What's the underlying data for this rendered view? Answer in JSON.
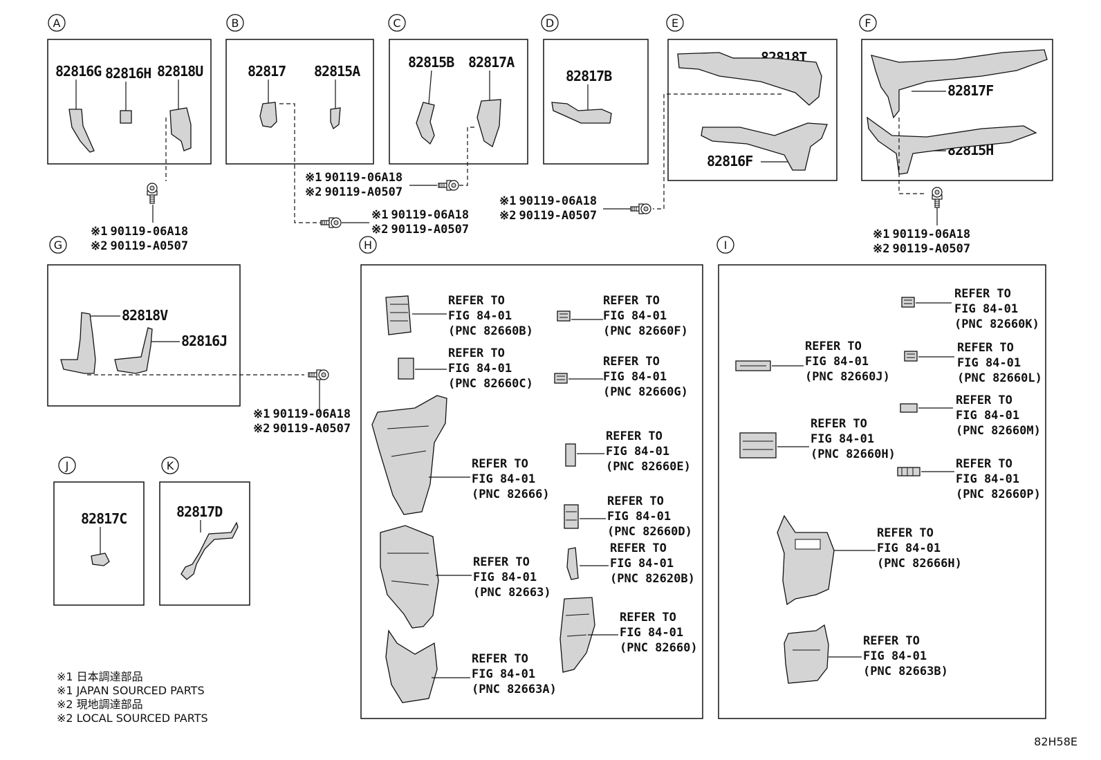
{
  "sections": [
    {
      "letter": "A"
    },
    {
      "letter": "B"
    },
    {
      "letter": "C"
    },
    {
      "letter": "D"
    },
    {
      "letter": "E"
    },
    {
      "letter": "F"
    },
    {
      "letter": "G"
    },
    {
      "letter": "H"
    },
    {
      "letter": "I"
    },
    {
      "letter": "J"
    },
    {
      "letter": "K"
    }
  ],
  "parts": {
    "p82816G": "82816G",
    "p82816H": "82816H",
    "p82818U": "82818U",
    "p82817": "82817",
    "p82815A": "82815A",
    "p82815B": "82815B",
    "p82817A": "82817A",
    "p82817B": "82817B",
    "p82818T": "82818T",
    "p82816F": "82816F",
    "p82817F": "82817F",
    "p82815H": "82815H",
    "p82818V": "82818V",
    "p82816J": "82816J",
    "p82817C": "82817C",
    "p82817D": "82817D"
  },
  "fastener": {
    "mark1": "※1",
    "mark2": "※2",
    "pn1": "90119-06A18",
    "pn2": "90119-A0507"
  },
  "refer": {
    "line1": "REFER TO",
    "line2": "FIG 84-01",
    "pnc": [
      "(PNC 82660B)",
      "(PNC 82660F)",
      "(PNC 82660C)",
      "(PNC 82660G)",
      "(PNC 82666)",
      "(PNC 82660E)",
      "(PNC 82660D)",
      "(PNC 82663)",
      "(PNC 82620B)",
      "(PNC 82660)",
      "(PNC 82663A)",
      "(PNC 82660K)",
      "(PNC 82660J)",
      "(PNC 82660L)",
      "(PNC 82660M)",
      "(PNC 82660H)",
      "(PNC 82660P)",
      "(PNC 82666H)",
      "(PNC 82663B)"
    ]
  },
  "notes": [
    "※1 日本調達部品",
    "※1 JAPAN SOURCED PARTS",
    "※2 現地調達部品",
    "※2 LOCAL SOURCED PARTS"
  ],
  "diagram_code": "82H58E"
}
